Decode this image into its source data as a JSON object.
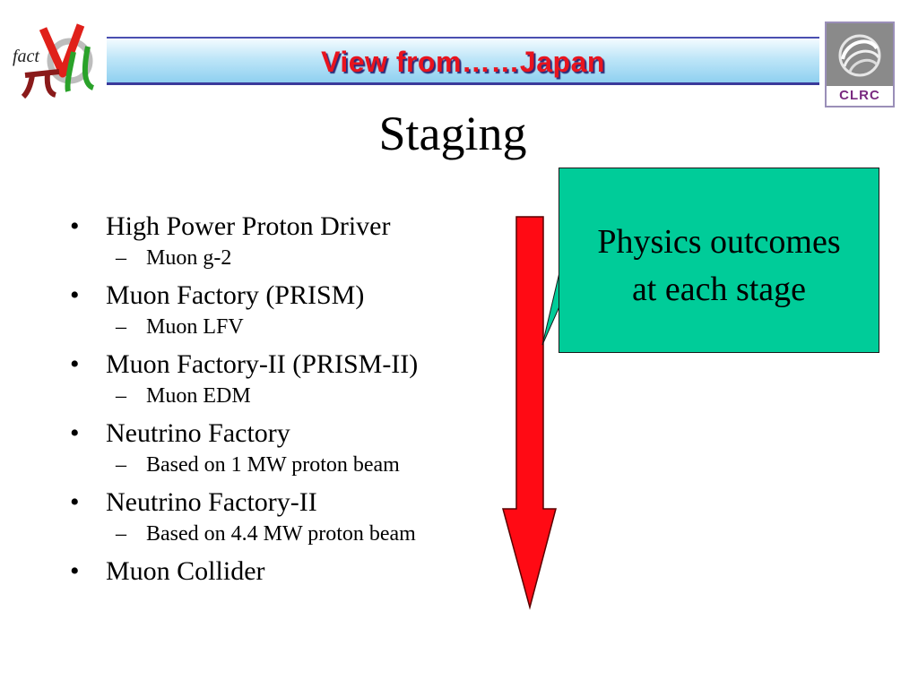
{
  "header": {
    "title": "View from……Japan"
  },
  "logos": {
    "left_text": "fact",
    "right_text": "CLRC"
  },
  "page_title": "Staging",
  "bullets": [
    {
      "text": "High Power Proton Driver",
      "sub": "Muon g-2"
    },
    {
      "text": "Muon Factory (PRISM)",
      "sub": "Muon LFV"
    },
    {
      "text": "Muon Factory-II (PRISM-II)",
      "sub": "Muon EDM"
    },
    {
      "text": "Neutrino Factory",
      "sub": "Based on 1 MW proton beam"
    },
    {
      "text": "Neutrino Factory-II",
      "sub": "Based on 4.4 MW proton beam"
    },
    {
      "text": "Muon Collider",
      "sub": null
    }
  ],
  "callout": {
    "line1": "Physics outcomes",
    "line2": "at each stage"
  },
  "colors": {
    "header_title": "#e8141e",
    "arrow": "#ff0a14",
    "callout_fill": "#00cc99"
  }
}
